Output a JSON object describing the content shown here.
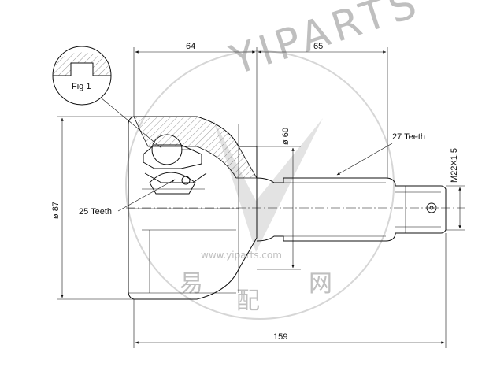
{
  "dimensions": {
    "width_left": "64",
    "width_right": "65",
    "total_length": "159",
    "outer_diameter": "ø 87",
    "shaft_diameter": "ø 60",
    "thread": "M22X1.5"
  },
  "callouts": {
    "outer_teeth": "27 Teeth",
    "inner_teeth": "25 Teeth",
    "detail": "Fig 1"
  },
  "watermark": {
    "brand": "YIPARTS",
    "url": "www.yiparts.com",
    "chars": [
      "易",
      "配",
      "网"
    ]
  },
  "colors": {
    "line": "#111111",
    "watermark": "#bfbfbf"
  }
}
